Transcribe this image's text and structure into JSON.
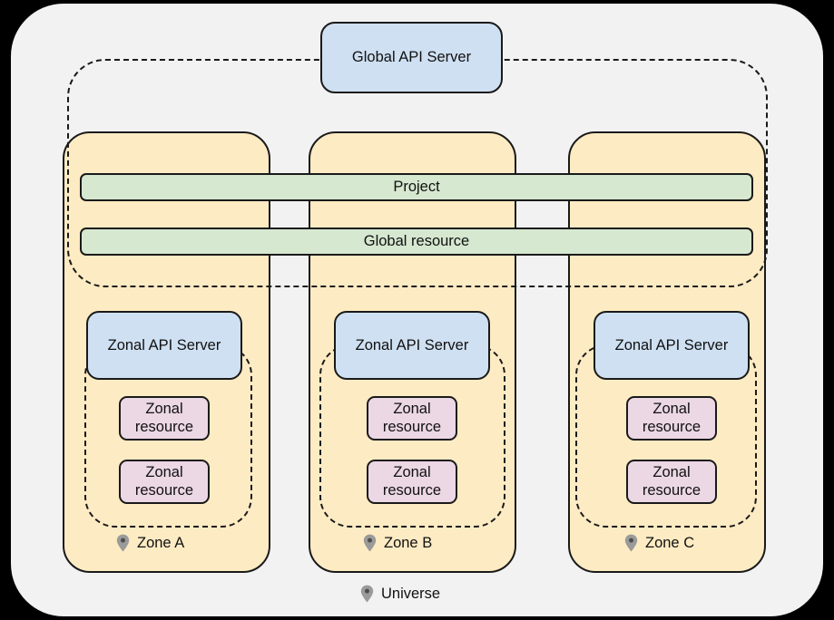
{
  "diagram": {
    "type": "architecture-diagram",
    "outer_container": {
      "name": "Universe",
      "pin_icon": "map-pin-icon"
    },
    "global": {
      "api_server_label": "Global API Server",
      "region_style": "dashed",
      "bars": [
        {
          "id": "project",
          "label": "Project"
        },
        {
          "id": "global-resource",
          "label": "Global resource"
        }
      ]
    },
    "zones": [
      {
        "id": "zone-a",
        "label": "Zone A",
        "pin_icon": "map-pin-icon",
        "api_server_label": "Zonal API Server",
        "resources": [
          {
            "line1": "Zonal",
            "line2": "resource"
          },
          {
            "line1": "Zonal",
            "line2": "resource"
          }
        ]
      },
      {
        "id": "zone-b",
        "label": "Zone B",
        "pin_icon": "map-pin-icon",
        "api_server_label": "Zonal API Server",
        "resources": [
          {
            "line1": "Zonal",
            "line2": "resource"
          },
          {
            "line1": "Zonal",
            "line2": "resource"
          }
        ]
      },
      {
        "id": "zone-c",
        "label": "Zone C",
        "pin_icon": "map-pin-icon",
        "api_server_label": "Zonal API Server",
        "resources": [
          {
            "line1": "Zonal",
            "line2": "resource"
          },
          {
            "line1": "Zonal",
            "line2": "resource"
          }
        ]
      }
    ],
    "colors": {
      "page_background": "#000000",
      "universe_fill": "#f2f2f2",
      "zone_fill": "#fdebc3",
      "api_server_fill": "#cfe0f2",
      "global_bar_fill": "#d6e8d0",
      "zonal_resource_fill": "#ecd7e5",
      "stroke": "#1a1a1a",
      "pin_fill": "#9a9a9a"
    }
  }
}
